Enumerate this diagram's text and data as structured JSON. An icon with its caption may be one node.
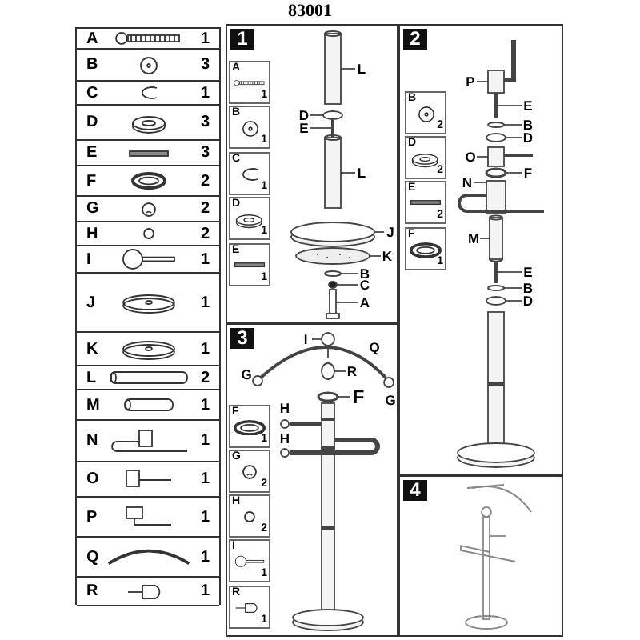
{
  "diagram": {
    "title": "83001",
    "nodes": [
      {
        "text": [
          "1"
        ]
      },
      {
        "text": [
          "A",
          "1"
        ],
        "in": 0
      },
      {
        "text": [
          "B",
          "1"
        ],
        "in": 0
      },
      {
        "text": [
          "C",
          "1"
        ],
        "in": 0
      },
      {
        "text": [
          "D",
          "1"
        ],
        "in": 0
      },
      {
        "text": [
          "E",
          "1"
        ],
        "in": 0
      },
      {
        "text": [
          "L"
        ],
        "in": 0
      },
      {
        "text": [
          "D"
        ],
        "in": 0
      },
      {
        "text": [
          "E"
        ],
        "in": 0
      },
      {
        "text": [
          "L"
        ],
        "in": 0
      },
      {
        "text": [
          "J"
        ],
        "in": 0
      },
      {
        "text": [
          "K"
        ],
        "in": 0
      },
      {
        "text": [
          "B"
        ],
        "in": 0
      },
      {
        "text": [
          "C"
        ],
        "in": 0
      },
      {
        "text": [
          "A"
        ],
        "in": 0
      },
      {
        "text": [
          "2"
        ]
      },
      {
        "text": [
          "B",
          "2"
        ],
        "in": 15
      },
      {
        "text": [
          "D",
          "2"
        ],
        "in": 15
      },
      {
        "text": [
          "E",
          "2"
        ],
        "in": 15
      },
      {
        "text": [
          "F",
          "1"
        ],
        "in": 15
      },
      {
        "text": [
          "P"
        ],
        "in": 15
      },
      {
        "text": [
          "E"
        ],
        "in": 15
      },
      {
        "text": [
          "B"
        ],
        "in": 15
      },
      {
        "text": [
          "D"
        ],
        "in": 15
      },
      {
        "text": [
          "O"
        ],
        "in": 15
      },
      {
        "text": [
          "F"
        ],
        "in": 15
      },
      {
        "text": [
          "N"
        ],
        "in": 15
      },
      {
        "text": [
          "M"
        ],
        "in": 15
      },
      {
        "text": [
          "E"
        ],
        "in": 15
      },
      {
        "text": [
          "B"
        ],
        "in": 15
      },
      {
        "text": [
          "D"
        ],
        "in": 15
      },
      {
        "text": [
          "3"
        ]
      },
      {
        "text": [
          "F",
          "1"
        ],
        "in": 31
      },
      {
        "text": [
          "G",
          "2"
        ],
        "in": 31
      },
      {
        "text": [
          "H",
          "2"
        ],
        "in": 31
      },
      {
        "text": [
          "I",
          "1"
        ],
        "in": 31
      },
      {
        "text": [
          "R",
          "1"
        ],
        "in": 31
      },
      {
        "text": [
          "I"
        ],
        "in": 31
      },
      {
        "text": [
          "R"
        ],
        "in": 31
      },
      {
        "text": [
          "F"
        ],
        "in": 31
      },
      {
        "text": [
          "4"
        ]
      },
      {
        "text": [],
        "shape": "cylinder",
        "in": 0
      },
      {
        "text": [],
        "shape": "ellipse",
        "in": 0
      },
      {
        "text": [],
        "shape": "bar",
        "in": 0
      },
      {
        "text": [],
        "shape": "cylinder",
        "in": 0
      },
      {
        "text": [],
        "shape": "ellipse",
        "in": 0
      },
      {
        "text": [],
        "shape": "ellipse",
        "in": 0
      },
      {
        "text": [],
        "shape": "ellipse",
        "in": 0
      },
      {
        "text": [],
        "shape": "ellipse",
        "in": 0
      },
      {
        "text": [],
        "shape": "picture",
        "in": 0
      },
      {
        "text": [],
        "shape": "picture",
        "in": 15
      },
      {
        "text": [],
        "shape": "bar",
        "in": 15
      },
      {
        "text": [],
        "shape": "ellipse",
        "in": 15
      },
      {
        "text": [],
        "shape": "ellipse",
        "in": 15
      },
      {
        "text": [],
        "shape": "picture",
        "in": 15
      },
      {
        "text": [],
        "shape": "ellipse",
        "in": 15
      },
      {
        "text": [],
        "shape": "picture",
        "in": 15
      },
      {
        "text": [],
        "shape": "cylinder",
        "in": 15
      },
      {
        "text": [],
        "shape": "bar",
        "in": 15
      },
      {
        "text": [],
        "shape": "ellipse",
        "in": 15
      },
      {
        "text": [],
        "shape": "ellipse",
        "in": 15
      },
      {
        "text": [],
        "shape": "picture",
        "in": 31
      },
      {
        "text": [],
        "shape": "ellipse",
        "in": 31
      },
      {
        "text": [],
        "shape": "ellipse",
        "in": 31
      }
    ],
    "edges": [
      {
        "from": 6,
        "to": 41,
        "arrow": "none"
      },
      {
        "from": 7,
        "to": 42,
        "arrow": "none"
      },
      {
        "from": 8,
        "to": 43,
        "arrow": "none"
      },
      {
        "from": 9,
        "to": 44,
        "arrow": "none"
      },
      {
        "from": 10,
        "to": 45,
        "arrow": "none"
      },
      {
        "from": 11,
        "to": 46,
        "arrow": "none"
      },
      {
        "from": 12,
        "to": 47,
        "arrow": "none"
      },
      {
        "from": 13,
        "to": 48,
        "arrow": "none"
      },
      {
        "from": 14,
        "to": 49,
        "arrow": "none"
      },
      {
        "from": 20,
        "to": 50,
        "arrow": "none"
      },
      {
        "from": 21,
        "to": 51,
        "arrow": "none"
      },
      {
        "from": 22,
        "to": 52,
        "arrow": "none"
      },
      {
        "from": 23,
        "to": 53,
        "arrow": "none"
      },
      {
        "from": 24,
        "to": 54,
        "arrow": "none"
      },
      {
        "from": 25,
        "to": 55,
        "arrow": "none"
      },
      {
        "from": 26,
        "to": 56,
        "arrow": "none"
      },
      {
        "from": 27,
        "to": 57,
        "arrow": "none"
      },
      {
        "from": 28,
        "to": 58,
        "arrow": "none"
      },
      {
        "from": 29,
        "to": 59,
        "arrow": "none"
      },
      {
        "from": 30,
        "to": 60,
        "arrow": "none"
      },
      {
        "from": 37,
        "to": 61,
        "arrow": "none"
      },
      {
        "from": 38,
        "to": 62,
        "arrow": "none"
      },
      {
        "from": 39,
        "to": 63,
        "arrow": "none"
      }
    ],
    "labels": [
      "A",
      "1",
      "B",
      "3",
      "C",
      "1",
      "D",
      "3",
      "E",
      "3",
      "F",
      "2",
      "G",
      "2",
      "H",
      "2",
      "I",
      "1",
      "J",
      "1",
      "K",
      "1",
      "L",
      "2",
      "M",
      "1",
      "N",
      "1",
      "O",
      "1",
      "P",
      "1",
      "Q",
      "1",
      "R",
      "1",
      "Q",
      "G",
      "G",
      "H",
      "H"
    ]
  }
}
